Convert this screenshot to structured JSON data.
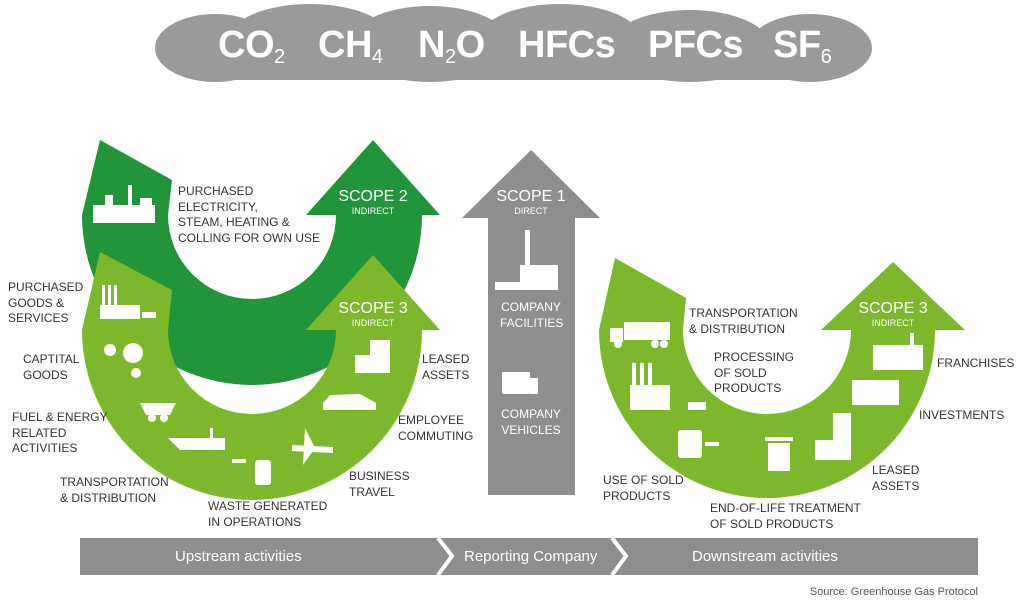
{
  "gases": [
    {
      "base": "CO",
      "sub": "2"
    },
    {
      "base": "CH",
      "sub": "4"
    },
    {
      "base": "N",
      "sub": "2",
      "tail": "O"
    },
    {
      "base": "HFCs",
      "sub": ""
    },
    {
      "base": "PFCs",
      "sub": ""
    },
    {
      "base": "SF",
      "sub": "6"
    }
  ],
  "scope2": {
    "title": "SCOPE 2",
    "sub": "INDIRECT",
    "label": "PURCHASED\nELECTRICITY,\nSTEAM, HEATING &\nCOLLING FOR OWN USE"
  },
  "scope1": {
    "title": "SCOPE 1",
    "sub": "DIRECT",
    "facilities": "COMPANY\nFACILITIES",
    "vehicles": "COMPANY\nVEHICLES"
  },
  "scope3_up": {
    "title": "SCOPE 3",
    "sub": "INDIRECT",
    "items": [
      "PURCHASED\nGOODS &\nSERVICES",
      "CAPTITAL\nGOODS",
      "FUEL & ENERGY\nRELATED\nACTIVITIES",
      "TRANSPORTATION\n& DISTRIBUTION",
      "WASTE GENERATED\nIN OPERATIONS",
      "BUSINESS\nTRAVEL",
      "EMPLOYEE\nCOMMUTING",
      "LEASED\nASSETS"
    ]
  },
  "scope3_down": {
    "title": "SCOPE 3",
    "sub": "INDIRECT",
    "items": [
      "TRANSPORTATION\n& DISTRIBUTION",
      "PROCESSING\nOF SOLD\nPRODUCTS",
      "USE OF SOLD\nPRODUCTS",
      "END-OF-LIFE TREATMENT\nOF SOLD PRODUCTS",
      "LEASED\nASSETS",
      "INVESTMENTS",
      "FRANCHISES"
    ]
  },
  "bar": {
    "upstream": "Upstream activities",
    "reporting": "Reporting Company",
    "downstream": "Downstream activities"
  },
  "source": "Source: Greenhouse Gas Protocol",
  "colors": {
    "dark_green": "#22943a",
    "light_green": "#7cb82b",
    "gray": "#8e8e8e",
    "cloud": "#9a9a9a"
  }
}
